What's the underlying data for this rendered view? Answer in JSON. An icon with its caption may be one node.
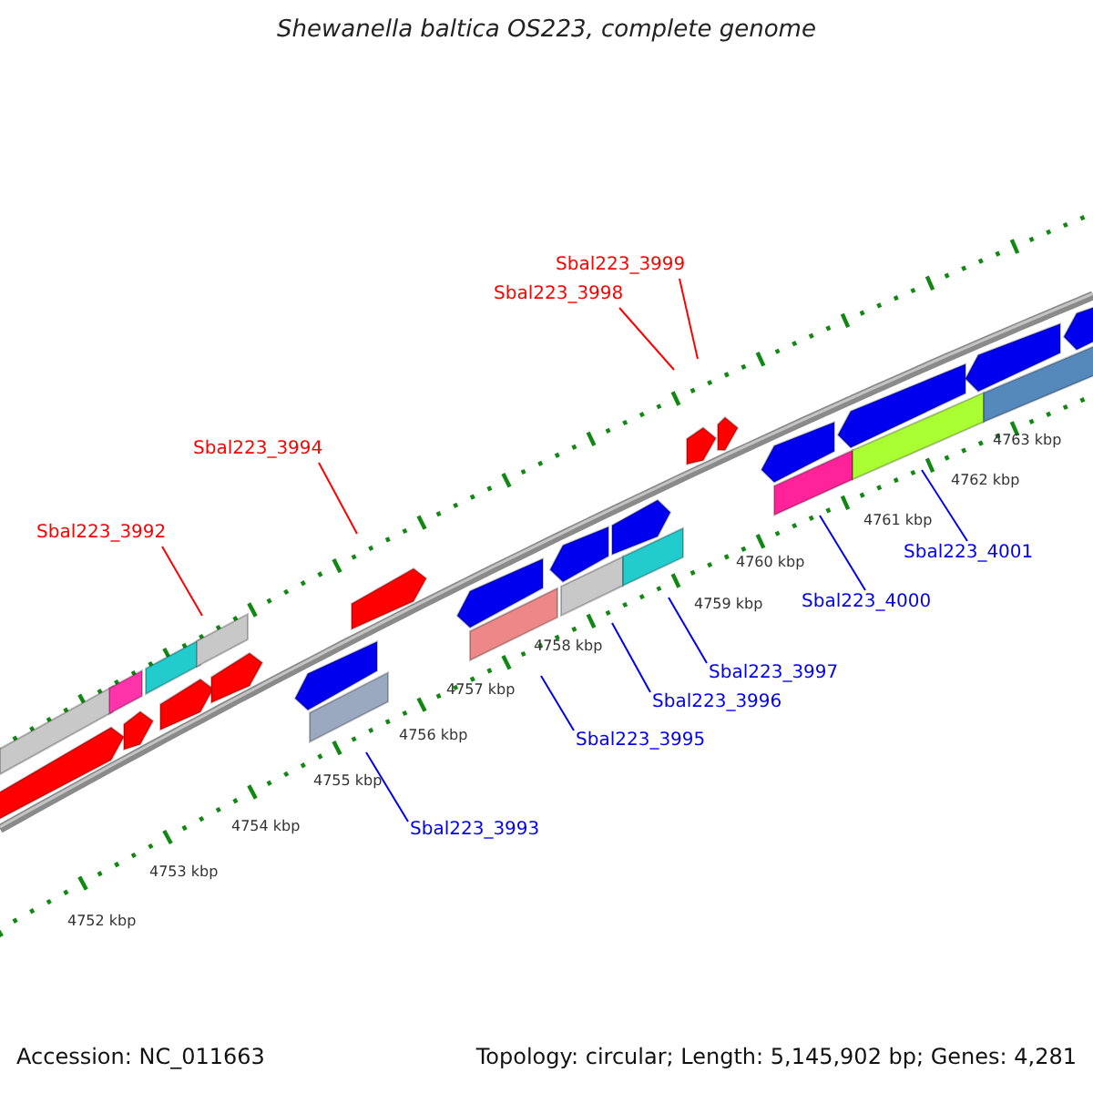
{
  "diagram": {
    "title": "Shewanella baltica OS223, complete genome",
    "nodes": [
      {
        "text": [
          "Sbal223_3999"
        ]
      },
      {
        "text": [
          "Sbal223_3998"
        ]
      },
      {
        "text": [
          "Sbal223_3994"
        ]
      },
      {
        "text": [
          "Sbal223_3992"
        ]
      },
      {
        "text": [
          "Sbal223_4001"
        ]
      },
      {
        "text": [
          "Sbal223_4000"
        ]
      },
      {
        "text": [
          "Sbal223_3997"
        ]
      },
      {
        "text": [
          "Sbal223_3996"
        ]
      },
      {
        "text": [
          "Sbal223_3995"
        ]
      },
      {
        "text": [
          "Sbal223_3993"
        ]
      }
    ],
    "edges": [
      {
        "from": 0,
        "to": null,
        "arrow": "none",
        "color": "#ff0000"
      },
      {
        "from": 1,
        "to": null,
        "arrow": "none",
        "color": "#ff0000"
      },
      {
        "from": 2,
        "to": null,
        "arrow": "none",
        "color": "#ff0000"
      },
      {
        "from": 3,
        "to": null,
        "arrow": "none",
        "color": "#ff0000"
      },
      {
        "from": 4,
        "to": null,
        "arrow": "none"
      },
      {
        "from": 5,
        "to": null,
        "arrow": "none"
      },
      {
        "from": 6,
        "to": null,
        "arrow": "none"
      },
      {
        "from": 7,
        "to": null,
        "arrow": "none"
      },
      {
        "from": 8,
        "to": null,
        "arrow": "none"
      },
      {
        "from": 9,
        "to": null,
        "arrow": "none"
      }
    ],
    "labels": [
      "4763 kbp",
      "4762 kbp",
      "4761 kbp",
      "4760 kbp",
      "4759 kbp",
      "4758 kbp",
      "4757 kbp",
      "4756 kbp",
      "4755 kbp",
      "4754 kbp",
      "4753 kbp",
      "4752 kbp",
      "Accession: NC_011663",
      "Topology: circular; Length: 5,145,902 bp; Genes: 4,281"
    ]
  }
}
